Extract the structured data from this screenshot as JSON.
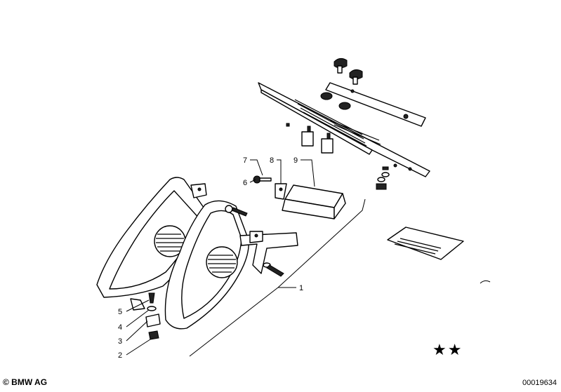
{
  "callouts": [
    {
      "id": "1",
      "label": "1"
    },
    {
      "id": "2",
      "label": "2"
    },
    {
      "id": "3",
      "label": "3"
    },
    {
      "id": "4",
      "label": "4"
    },
    {
      "id": "5",
      "label": "5"
    },
    {
      "id": "6",
      "label": "6"
    },
    {
      "id": "7",
      "label": "7"
    },
    {
      "id": "8",
      "label": "8"
    },
    {
      "id": "9",
      "label": "9"
    }
  ],
  "footer": {
    "copyright": "© BMW AG",
    "diagram_code": "00019634"
  },
  "stars": "★★",
  "colors": {
    "ink": "#000000",
    "paper": "#ffffff"
  }
}
